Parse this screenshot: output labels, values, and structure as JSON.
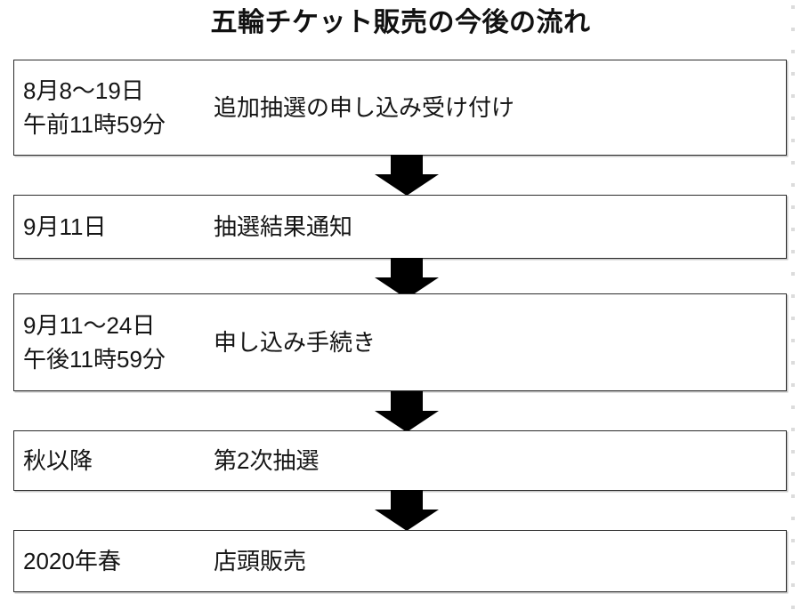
{
  "title": "五輪チケット販売の今後の流れ",
  "colors": {
    "border": "#2b2b2b",
    "text": "#151515",
    "arrow": "#000000",
    "background": "#ffffff",
    "dot_rail": "#dcdcdc"
  },
  "flow": {
    "steps": [
      {
        "when": "8月8〜19日\n午前11時59分",
        "what": "追加抽選の申し込み受け付け"
      },
      {
        "when": "9月11日",
        "what": "抽選結果通知"
      },
      {
        "when": "9月11〜24日\n午後11時59分",
        "what": "申し込み手続き"
      },
      {
        "when": "秋以降",
        "what": "第2次抽選"
      },
      {
        "when": "2020年春",
        "what": "店頭販売"
      }
    ],
    "connectors": [
      {
        "icon": "down-arrow-icon"
      },
      {
        "icon": "down-arrow-icon"
      },
      {
        "icon": "down-arrow-icon"
      },
      {
        "icon": "down-arrow-icon"
      }
    ]
  }
}
